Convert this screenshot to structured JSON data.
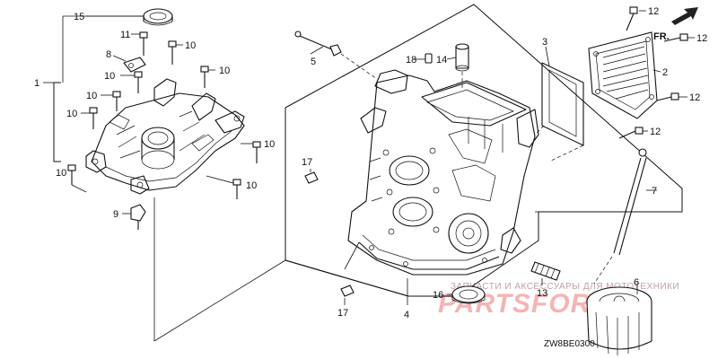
{
  "diagram": {
    "code": "ZW8BE0300",
    "orientation_label": "FR.",
    "watermark_text": "ЗАПЧАСТИ И АКСЕССУАРЫ ДЛЯ МОТОТЕХНИКИ",
    "logo_text": "PARTSFOR.RU",
    "callouts": {
      "c1": "1",
      "c2": "2",
      "c3": "3",
      "c4": "4",
      "c5": "5",
      "c6": "6",
      "c7": "7",
      "c8": "8",
      "c9": "9",
      "c10a": "10",
      "c10b": "10",
      "c10c": "10",
      "c10d": "10",
      "c10e": "10",
      "c10f": "10",
      "c10g": "10",
      "c10h": "10",
      "c11": "11",
      "c12a": "12",
      "c12b": "12",
      "c12c": "12",
      "c12d": "12",
      "c13": "13",
      "c14": "14",
      "c15": "15",
      "c16": "16",
      "c17a": "17",
      "c17b": "17",
      "c18": "18"
    }
  }
}
